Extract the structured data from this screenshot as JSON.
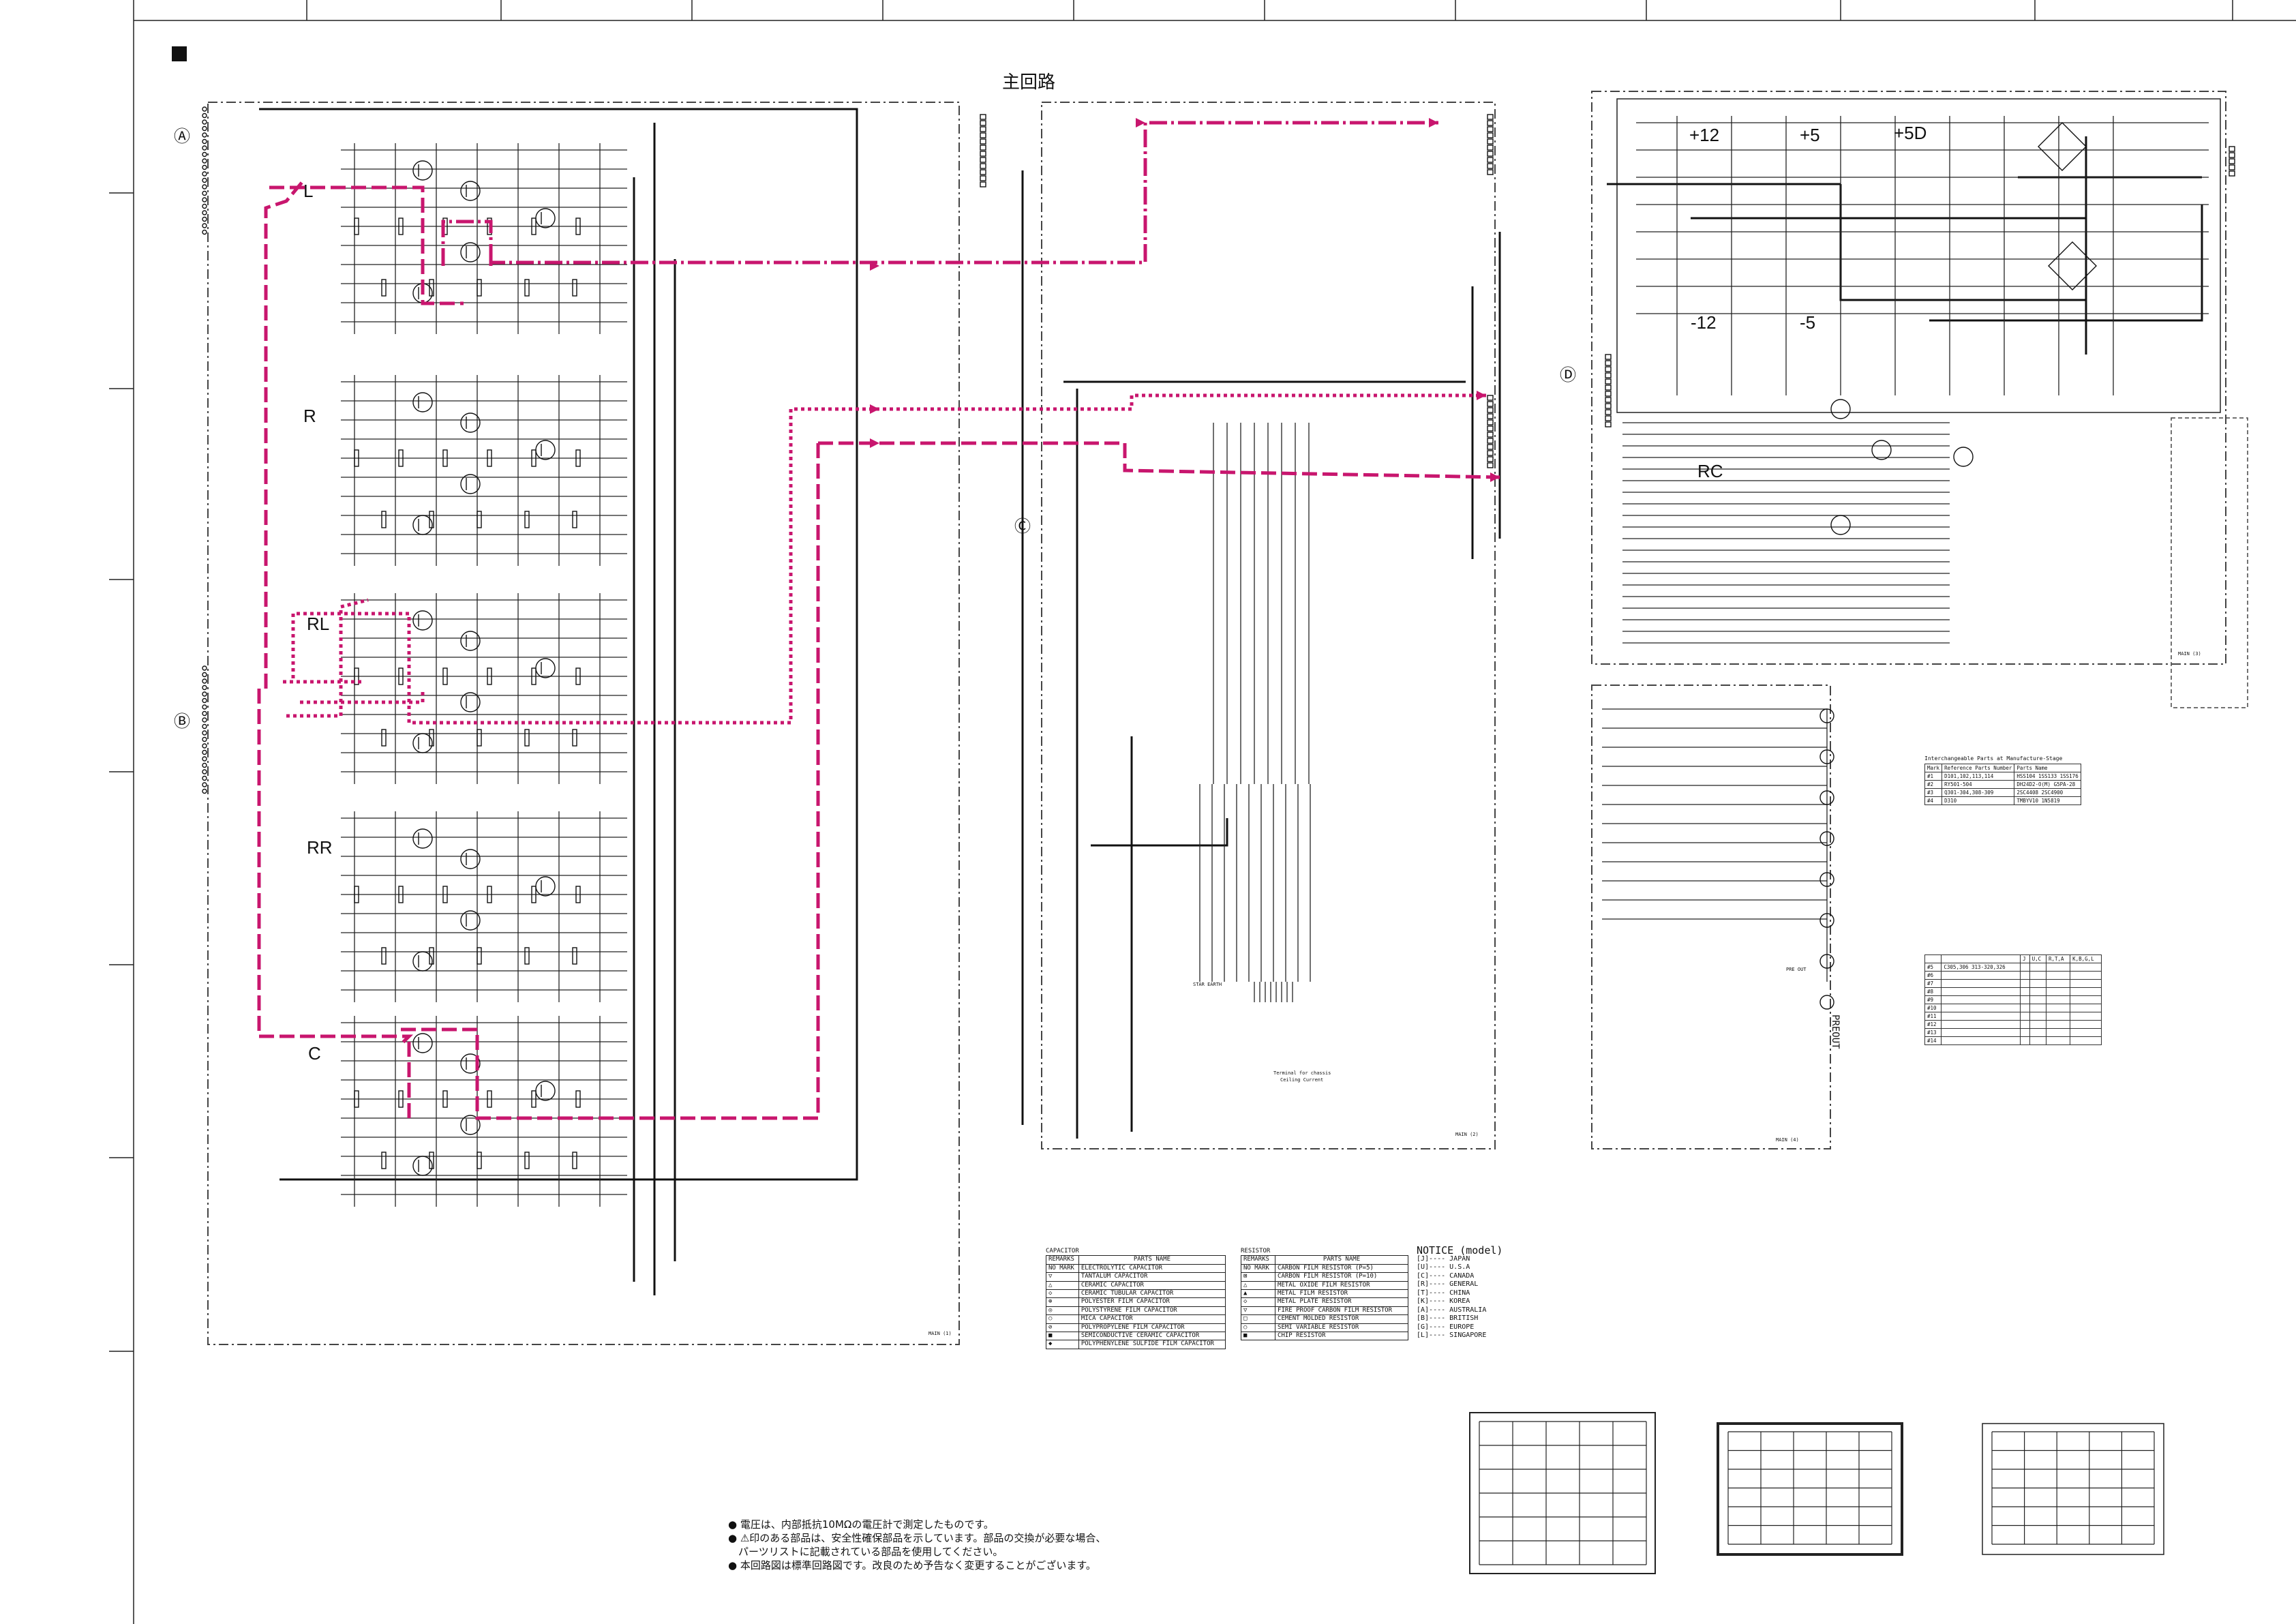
{
  "header": {
    "board_title": "主回路"
  },
  "channels": {
    "l": "L",
    "r": "R",
    "rl": "RL",
    "rr": "RR",
    "c": "C",
    "rc": "RC"
  },
  "power_rails": {
    "p12": "+12",
    "p5": "+5",
    "p5d": "+5D",
    "m12": "-12",
    "m5": "-5"
  },
  "board_tags": {
    "main1": "MAIN (1)",
    "main2": "MAIN (2)",
    "main3": "MAIN (3)",
    "main4": "MAIN (4)",
    "preout": "PREOUT",
    "pre_out": "PRE OUT",
    "star_earth": "STAR EARTH",
    "terminal": "Terminal for chassis",
    "earth": "Ceiling Current"
  },
  "side_markers": {
    "a": "Ⓐ",
    "b": "Ⓑ",
    "c": "Ⓒ",
    "d": "Ⓓ"
  },
  "capacitor_legend": {
    "title": "CAPACITOR",
    "head_remarks": "REMARKS",
    "head_parts": "PARTS NAME",
    "rows": [
      {
        "mark": "NO MARK",
        "name": "ELECTROLYTIC CAPACITOR"
      },
      {
        "mark": "▽",
        "name": "TANTALUM CAPACITOR"
      },
      {
        "mark": "△",
        "name": "CERAMIC CAPACITOR"
      },
      {
        "mark": "◇",
        "name": "CERAMIC TUBULAR CAPACITOR"
      },
      {
        "mark": "⊕",
        "name": "POLYESTER FILM CAPACITOR"
      },
      {
        "mark": "◎",
        "name": "POLYSTYRENE FILM CAPACITOR"
      },
      {
        "mark": "○",
        "name": "MICA CAPACITOR"
      },
      {
        "mark": "⊘",
        "name": "POLYPROPYLENE FILM CAPACITOR"
      },
      {
        "mark": "■",
        "name": "SEMICONDUCTIVE CERAMIC CAPACITOR"
      },
      {
        "mark": "◆",
        "name": "POLYPHENYLENE SULFIDE FILM CAPACITOR"
      }
    ]
  },
  "resistor_legend": {
    "title": "RESISTOR",
    "head_remarks": "REMARKS",
    "head_parts": "PARTS NAME",
    "rows": [
      {
        "mark": "NO MARK",
        "name": "CARBON FILM RESISTOR (P=5)"
      },
      {
        "mark": "⊠",
        "name": "CARBON FILM RESISTOR (P=10)"
      },
      {
        "mark": "△",
        "name": "METAL OXIDE FILM RESISTOR"
      },
      {
        "mark": "▲",
        "name": "METAL FILM RESISTOR"
      },
      {
        "mark": "◇",
        "name": "METAL PLATE RESISTOR"
      },
      {
        "mark": "▽",
        "name": "FIRE PROOF CARBON FILM RESISTOR"
      },
      {
        "mark": "□",
        "name": "CEMENT MOLDED RESISTOR"
      },
      {
        "mark": "○",
        "name": "SEMI VARIABLE RESISTOR"
      },
      {
        "mark": "■",
        "name": "CHIP RESISTOR"
      }
    ]
  },
  "notice": {
    "title": "NOTICE (model)",
    "models": [
      "[J]---- JAPAN",
      "[U]---- U.S.A",
      "[C]---- CANADA",
      "[R]---- GENERAL",
      "[T]---- CHINA",
      "[K]---- KOREA",
      "[A]---- AUSTRALIA",
      "[B]---- BRITISH",
      "[G]---- EUROPE",
      "[L]---- SINGAPORE"
    ]
  },
  "interchange_table": {
    "title": "Interchangeable Parts at Manufacture-Stage",
    "head": [
      "Mark",
      "Reference Parts Number",
      "Parts Name"
    ],
    "rows": [
      [
        "#1",
        "D101,102,113,114",
        "HSS104 1SS133 1SS176"
      ],
      [
        "#2",
        "RY501-504",
        "DH24D2-O(M) G5PA-28"
      ],
      [
        "#3",
        "Q301-304,308-309",
        "2SC4408 2SC4900"
      ],
      [
        "#4",
        "D310",
        "TMBYV10 1N5819"
      ]
    ]
  },
  "model_table": {
    "head": [
      "",
      "",
      "J",
      "U,C",
      "R,T,A",
      "K,B,G,L"
    ],
    "rows": [
      [
        "#5",
        "C305,306 313-320,326",
        "",
        "",
        "",
        ""
      ],
      [
        "#6",
        "",
        "",
        "",
        "",
        ""
      ],
      [
        "#7",
        "",
        "",
        "",
        "",
        ""
      ],
      [
        "#8",
        "",
        "",
        "",
        "",
        ""
      ],
      [
        "#9",
        "",
        "",
        "",
        "",
        ""
      ],
      [
        "#10",
        "",
        "",
        "",
        "",
        ""
      ],
      [
        "#11",
        "",
        "",
        "",
        "",
        ""
      ],
      [
        "#12",
        "",
        "",
        "",
        "",
        ""
      ],
      [
        "#13",
        "",
        "",
        "",
        "",
        ""
      ],
      [
        "#14",
        "",
        "",
        "",
        "",
        ""
      ]
    ]
  },
  "notes": {
    "n1": "● 電圧は、内部抵抗10MΩの電圧計で測定したものです。",
    "n2": "● ⚠印のある部品は、安全性確保部品を示しています。部品の交換が必要な場合、",
    "n3": "　パーツリストに記載されている部品を使用してください。",
    "n4": "● 本回路図は標準回路図です。改良のため予告なく変更することがございます。"
  },
  "colors": {
    "signal_path": "#c8166e",
    "line": "#111111",
    "dash": "#333333"
  }
}
